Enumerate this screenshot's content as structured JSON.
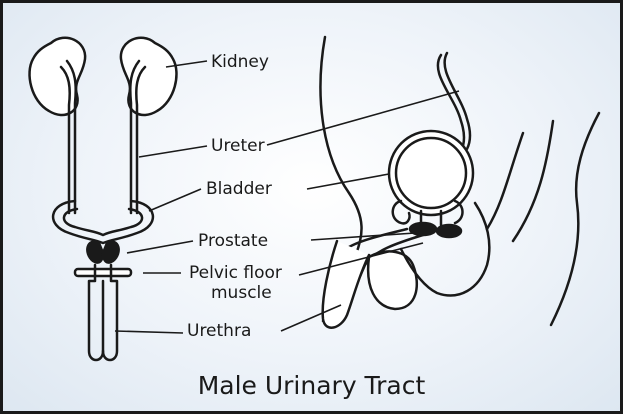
{
  "title": "Male Urinary Tract",
  "labels": {
    "kidney": "Kidney",
    "ureter": "Ureter",
    "bladder": "Bladder",
    "prostate": "Prostate",
    "pelvic_floor_1": "Pelvic floor",
    "pelvic_floor_2": "muscle",
    "urethra": "Urethra"
  },
  "colors": {
    "ink": "#1a1a1a",
    "background": "#e8eff7",
    "organ_fill": "#ffffff"
  }
}
